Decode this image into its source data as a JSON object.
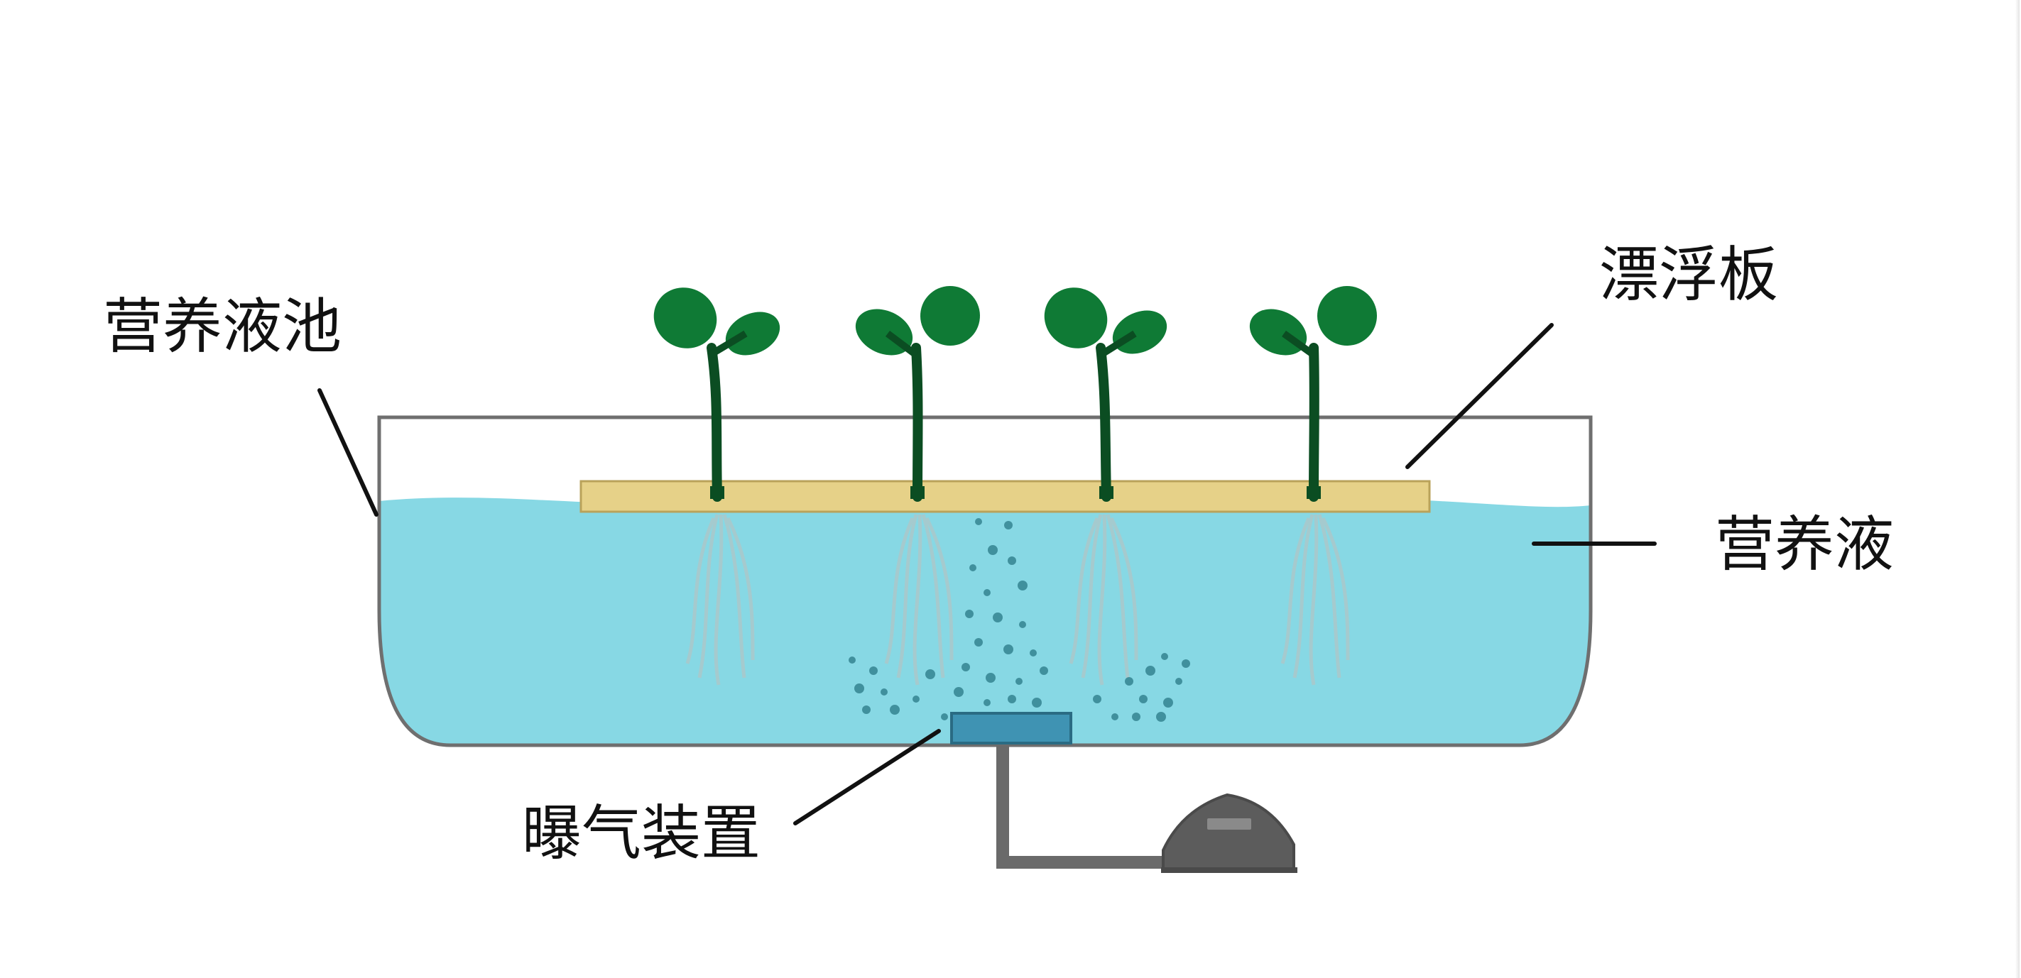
{
  "labels": {
    "tank": "营养液池",
    "board": "漂浮板",
    "solution": "营养液",
    "aerator": "曝气装置"
  },
  "colors": {
    "water": "#87d8e4",
    "tank_outline": "#6f6f6f",
    "board": "#e6d188",
    "board_outline": "#b9a25a",
    "leaf": "#0f7a35",
    "stem": "#0b4d22",
    "root": "#a9c9cc",
    "bubble": "#2f7f8c",
    "aerator_head": "#3f93b3",
    "pump": "#5c5c5c",
    "leader_line": "#111111"
  },
  "icons": {
    "plant": "seedling-icon",
    "pump": "air-pump-icon"
  },
  "plant_count": 4
}
